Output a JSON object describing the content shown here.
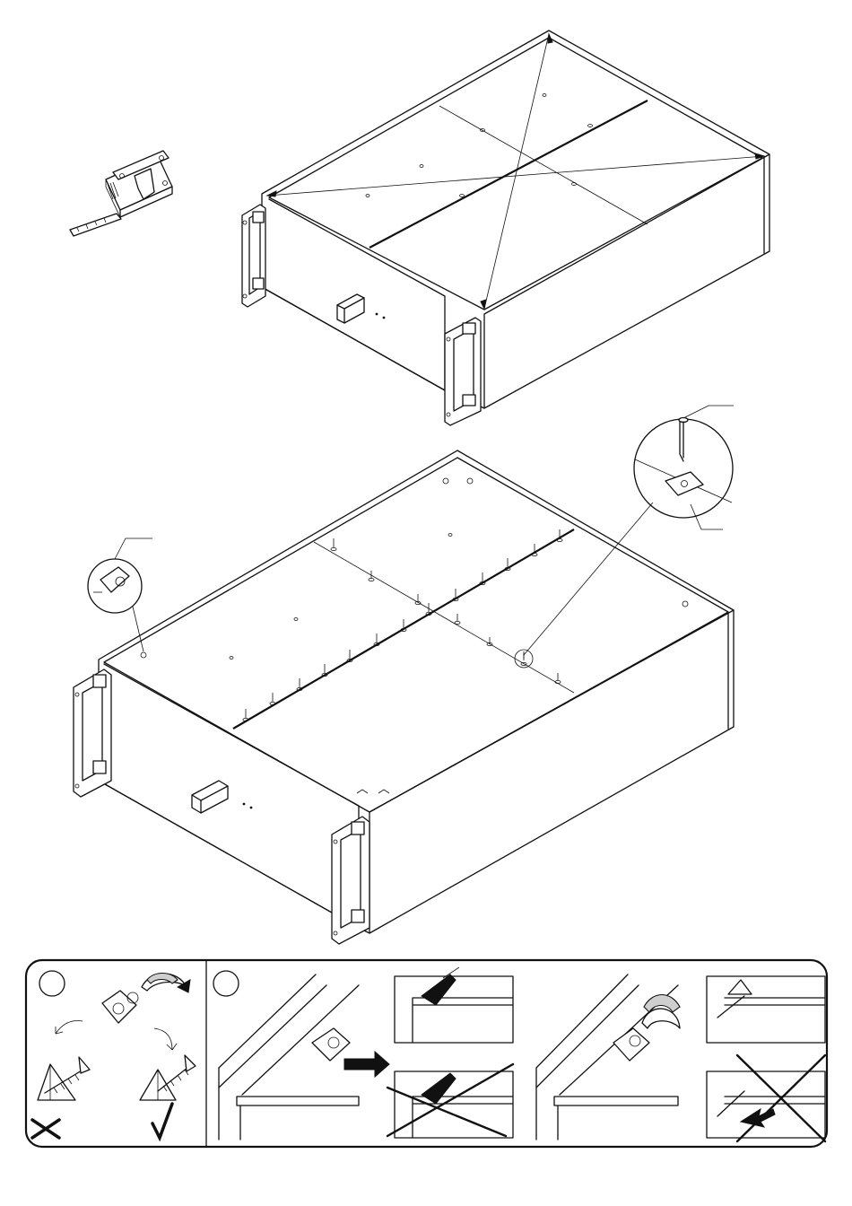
{
  "figure": {
    "steps": [
      {
        "id": "measure_diagonals",
        "icon": "tape-measure-icon"
      },
      {
        "id": "fix_back_panel",
        "icons": [
          "nail-icon",
          "plate-connector-icon",
          "corner-bracket-icon"
        ]
      }
    ],
    "detail_panel": {
      "sections": [
        {
          "id": "bracket_orientation",
          "marks": [
            "cross-icon",
            "check-icon"
          ]
        },
        {
          "id": "bracket_installation",
          "marks": [
            "cross-icon",
            "cross-icon"
          ]
        }
      ]
    }
  }
}
